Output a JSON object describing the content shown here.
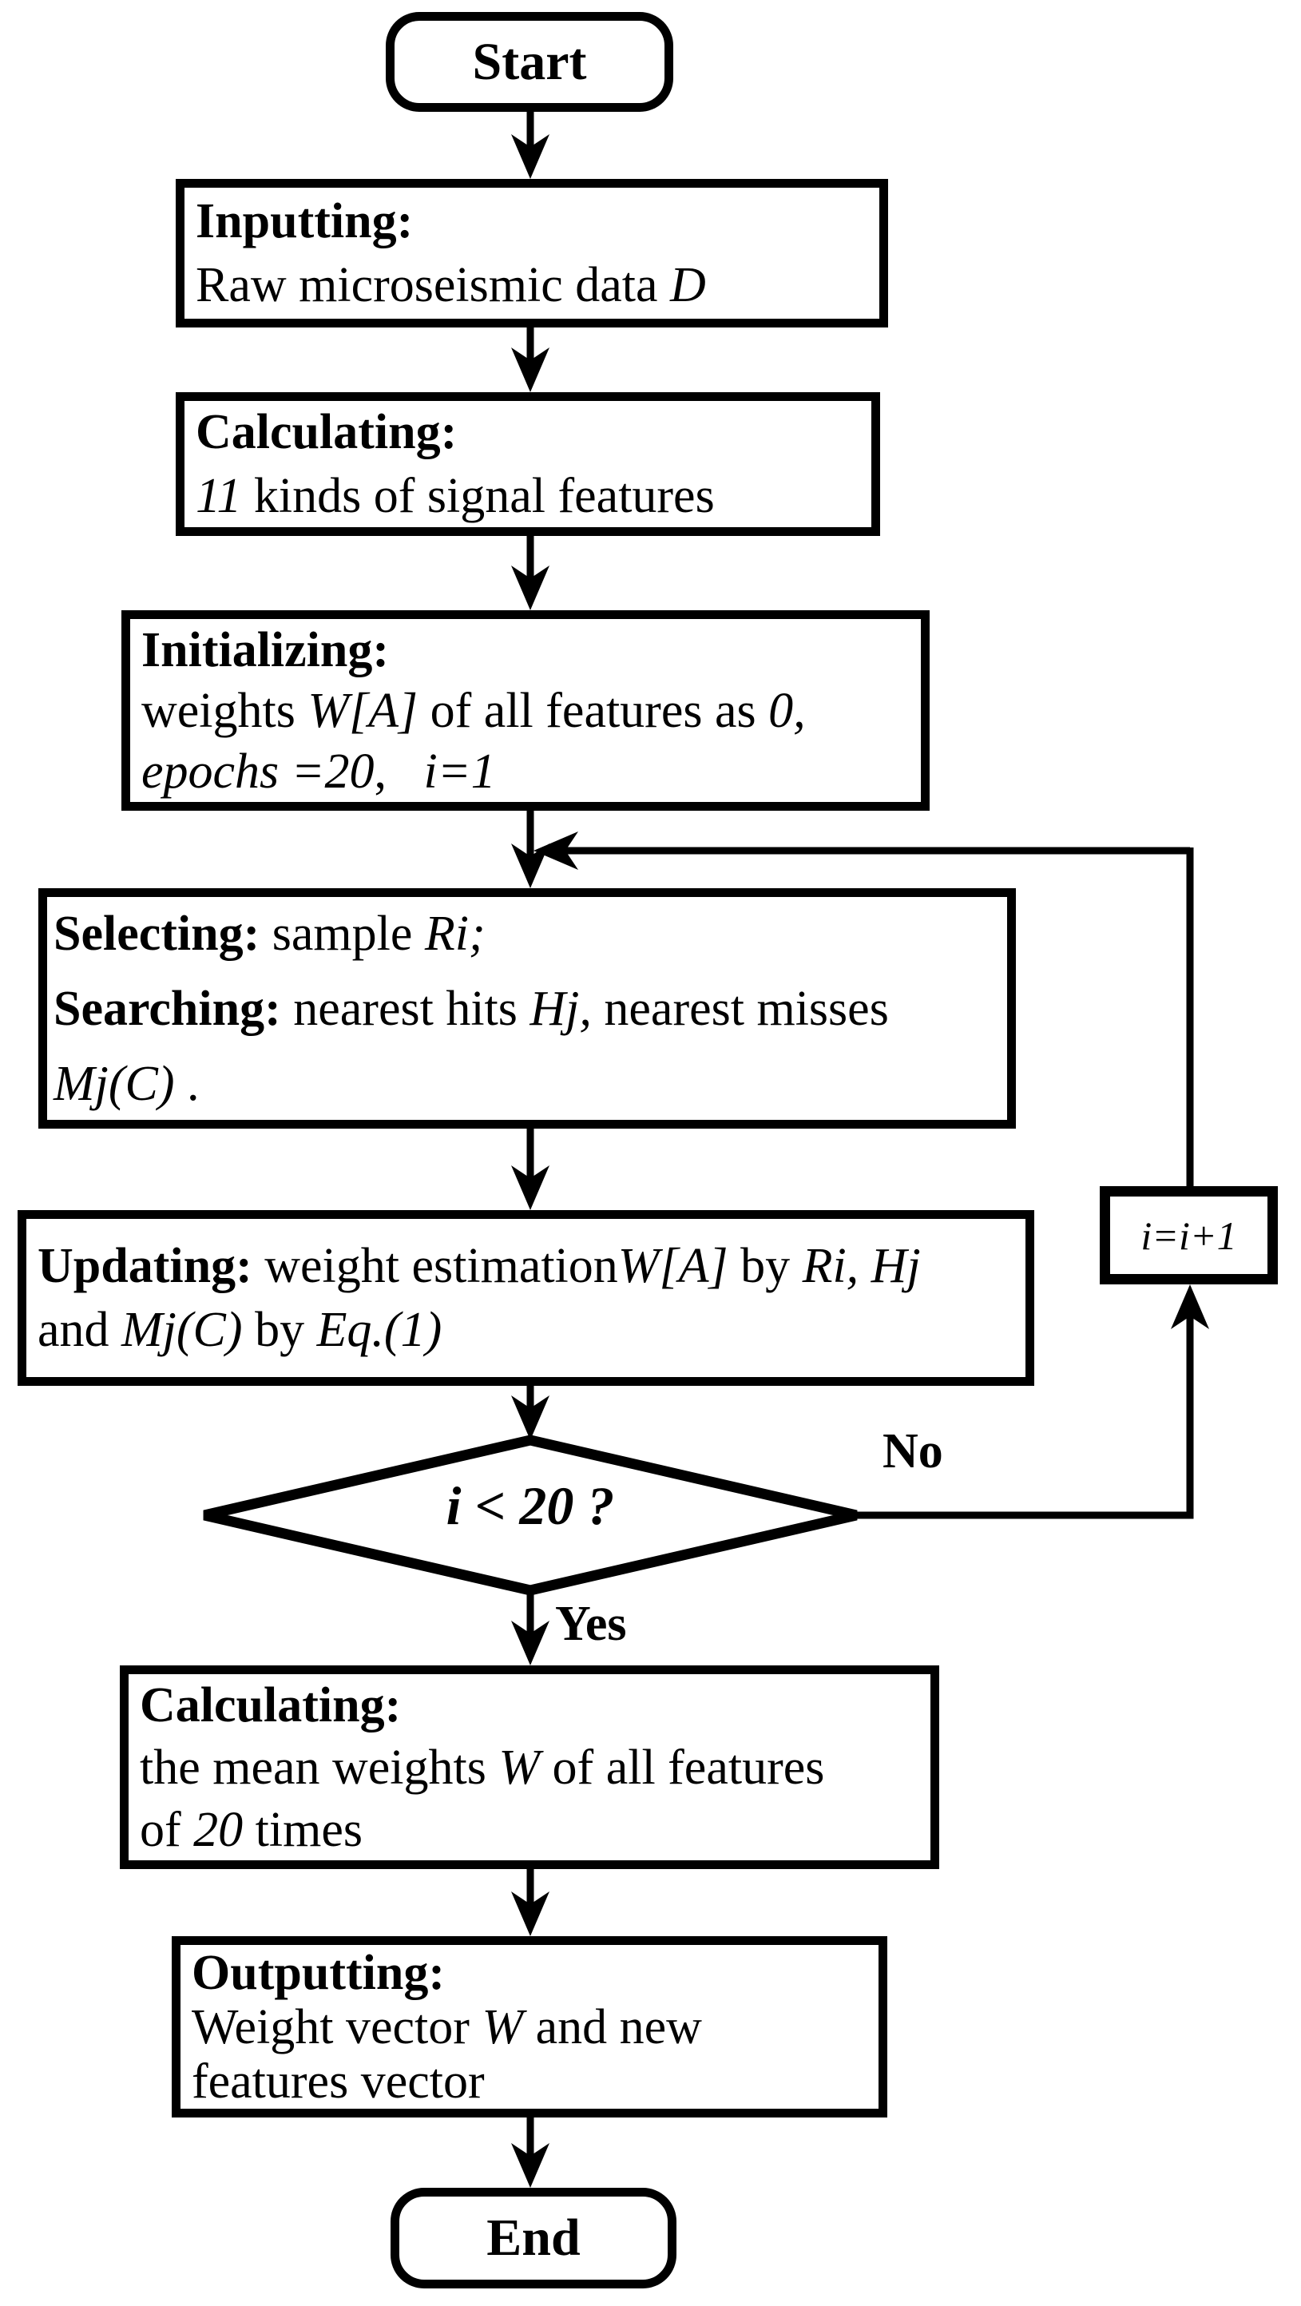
{
  "figure": {
    "type": "flowchart",
    "colors": {
      "ink": "#000000",
      "paper": "#ffffff"
    }
  },
  "nodes": {
    "start": {
      "label": "Start"
    },
    "inputting": {
      "title": "Inputting:",
      "line2": {
        "t1": "Raw microseismic data ",
        "v1": "D"
      }
    },
    "calculating_features": {
      "title": "Calculating:",
      "line2": {
        "v1": "11",
        "t1": " kinds of signal features"
      }
    },
    "initializing": {
      "title": "Initializing:",
      "line2": {
        "t1": "weights ",
        "v1": "W[A]",
        "t2": " of all features as ",
        "v2": "0,"
      },
      "line3": {
        "v1": "epochs =20",
        "t1": ",   ",
        "v2": "i=1"
      }
    },
    "selecting": {
      "line1": {
        "b1": "Selecting:",
        "t1": " sample ",
        "v1": "Ri;"
      },
      "line2": {
        "b1": "Searching:",
        "t1": " nearest hits ",
        "v1": "Hj,",
        "t2": " nearest misses"
      },
      "line3": {
        "v1": "Mj(C)",
        "t1": " ."
      }
    },
    "updating": {
      "line1": {
        "b1": "Updating:",
        "t1": " weight estimation",
        "v1": "W[A]",
        "t2": " by ",
        "v2": "Ri, Hj"
      },
      "line2": {
        "t1": "and ",
        "v1": "Mj(C)",
        "t2": " by ",
        "v2": "Eq.(1)"
      }
    },
    "decision": {
      "label": "i < 20 ?"
    },
    "increment": {
      "label": "i=i+1"
    },
    "calculating_mean": {
      "title": "Calculating:",
      "line2": {
        "t1": "the mean weights ",
        "v1": "W",
        "t2": " of all features"
      },
      "line3": {
        "t1": "of ",
        "v1": "20",
        "t2": " times"
      }
    },
    "outputting": {
      "title": "Outputting:",
      "line2": {
        "t1": "Weight vector ",
        "v1": "W",
        "t2": " and new"
      },
      "line3": {
        "t1": "features vector"
      }
    },
    "end": {
      "label": "End"
    }
  },
  "edges": {
    "no_label": "No",
    "yes_label": "Yes"
  }
}
